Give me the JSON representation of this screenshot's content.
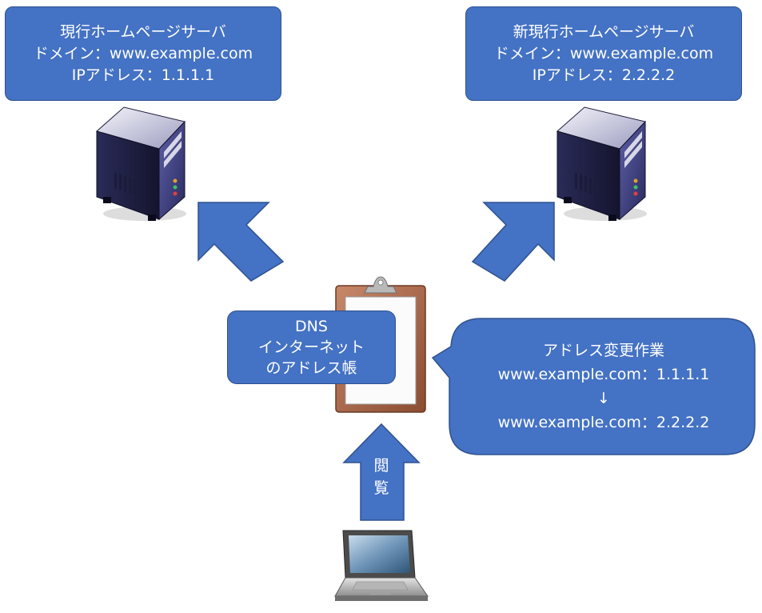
{
  "current_server": {
    "title": "現行ホームページサーバ",
    "domain": "ドメイン：www.example.com",
    "ip": "IPアドレス：1.1.1.1"
  },
  "new_server": {
    "title": "新現行ホームページサーバ",
    "domain": "ドメイン：www.example.com",
    "ip": "IPアドレス：2.2.2.2"
  },
  "dns": {
    "line1": "DNS",
    "line2": "インターネット",
    "line3": "のアドレス帳"
  },
  "change": {
    "title": "アドレス変更作業",
    "from": "www.example.com：1.1.1.1",
    "arrow": "↓",
    "to": "www.example.com：2.2.2.2"
  },
  "view_label": {
    "char1": "閲",
    "char2": "覧"
  },
  "icons": {
    "server": "server-icon",
    "clipboard": "clipboard-icon",
    "laptop": "laptop-icon"
  },
  "colors": {
    "box_fill": "#4472c4",
    "box_border": "#2f528f",
    "text": "#ffffff"
  }
}
